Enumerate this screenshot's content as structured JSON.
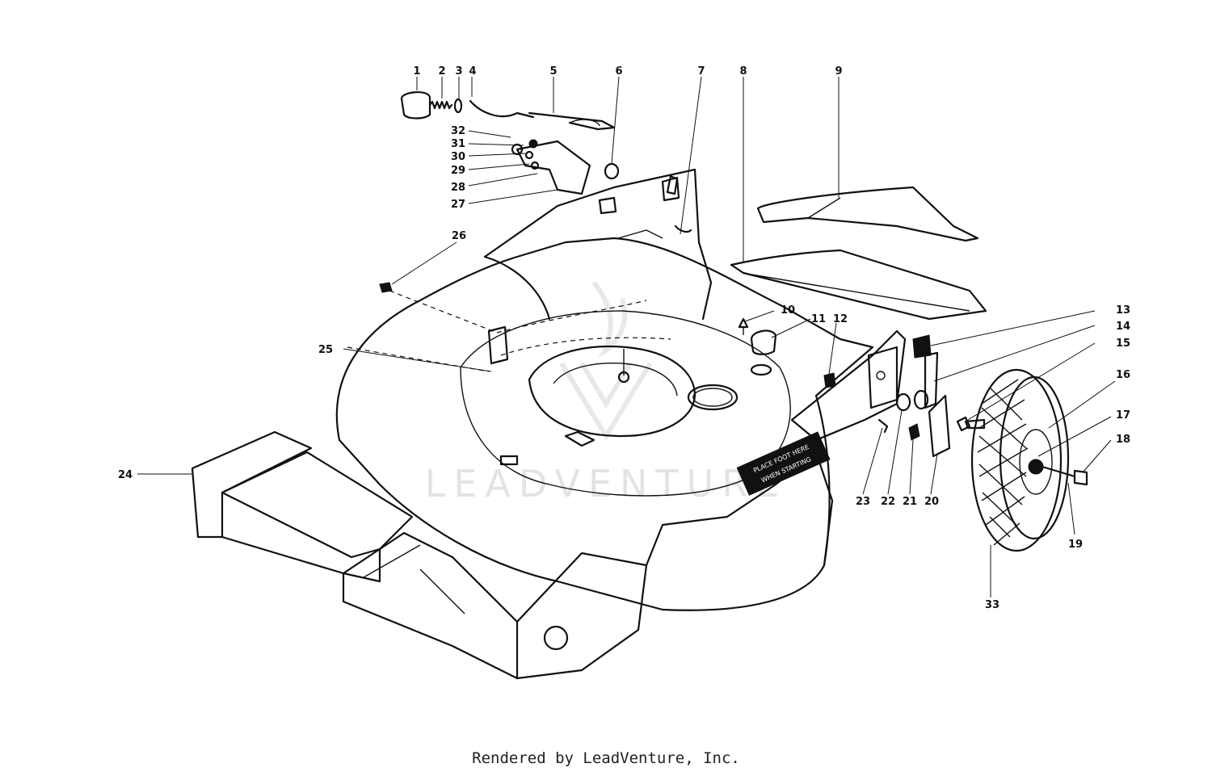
{
  "watermark": {
    "text": "LEADVENTURE"
  },
  "footer": {
    "text": "Rendered by LeadVenture, Inc."
  },
  "decal": {
    "line1": "PLACE FOOT HERE",
    "line2": "WHEN STARTING"
  },
  "callouts": [
    {
      "id": "1",
      "label": "1"
    },
    {
      "id": "2",
      "label": "2"
    },
    {
      "id": "3",
      "label": "3"
    },
    {
      "id": "4",
      "label": "4"
    },
    {
      "id": "5",
      "label": "5"
    },
    {
      "id": "6",
      "label": "6"
    },
    {
      "id": "7",
      "label": "7"
    },
    {
      "id": "8",
      "label": "8"
    },
    {
      "id": "9",
      "label": "9"
    },
    {
      "id": "10",
      "label": "10"
    },
    {
      "id": "11",
      "label": "11"
    },
    {
      "id": "12",
      "label": "12"
    },
    {
      "id": "13",
      "label": "13"
    },
    {
      "id": "14",
      "label": "14"
    },
    {
      "id": "15",
      "label": "15"
    },
    {
      "id": "16",
      "label": "16"
    },
    {
      "id": "17",
      "label": "17"
    },
    {
      "id": "18",
      "label": "18"
    },
    {
      "id": "19",
      "label": "19"
    },
    {
      "id": "20",
      "label": "20"
    },
    {
      "id": "21",
      "label": "21"
    },
    {
      "id": "22",
      "label": "22"
    },
    {
      "id": "23",
      "label": "23"
    },
    {
      "id": "24",
      "label": "24"
    },
    {
      "id": "25",
      "label": "25"
    },
    {
      "id": "26",
      "label": "26"
    },
    {
      "id": "27",
      "label": "27"
    },
    {
      "id": "28",
      "label": "28"
    },
    {
      "id": "29",
      "label": "29"
    },
    {
      "id": "30",
      "label": "30"
    },
    {
      "id": "31",
      "label": "31"
    },
    {
      "id": "32",
      "label": "32"
    },
    {
      "id": "33",
      "label": "33"
    }
  ]
}
